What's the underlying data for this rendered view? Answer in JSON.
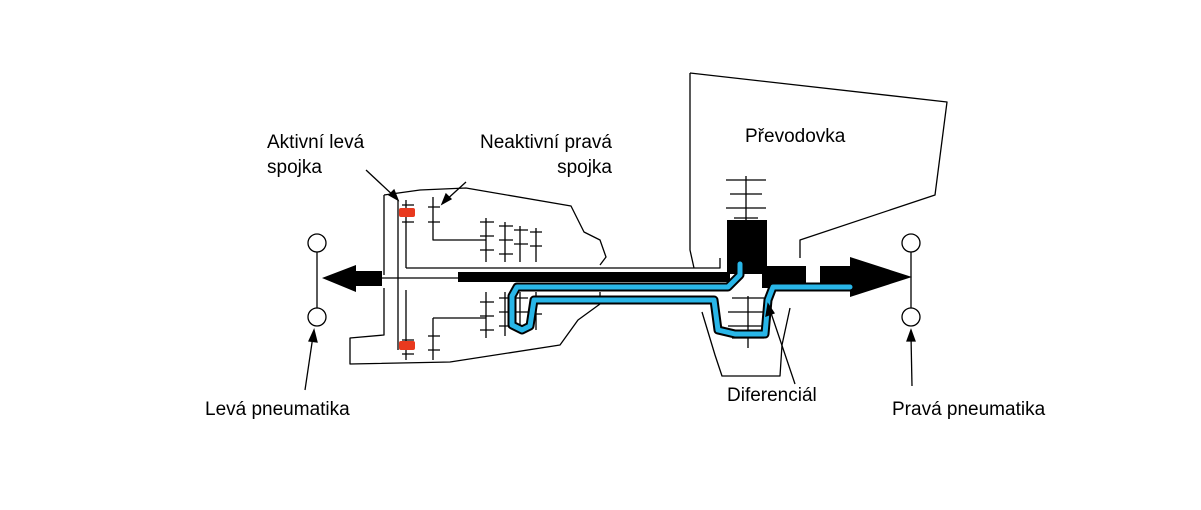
{
  "labels": {
    "active_left_clutch_line1": "Aktivní levá",
    "active_left_clutch_line2": "spojka",
    "inactive_right_clutch_line1": "Neaktivní pravá",
    "inactive_right_clutch_line2": "spojka",
    "gearbox": "Převodovka",
    "left_tire": "Levá pneumatika",
    "differential": "Diferenciál",
    "right_tire": "Pravá pneumatika"
  },
  "colors": {
    "line": "#000000",
    "power_flow": "#29b6e8",
    "active_clutch": "#e8391e",
    "background": "#ffffff"
  }
}
